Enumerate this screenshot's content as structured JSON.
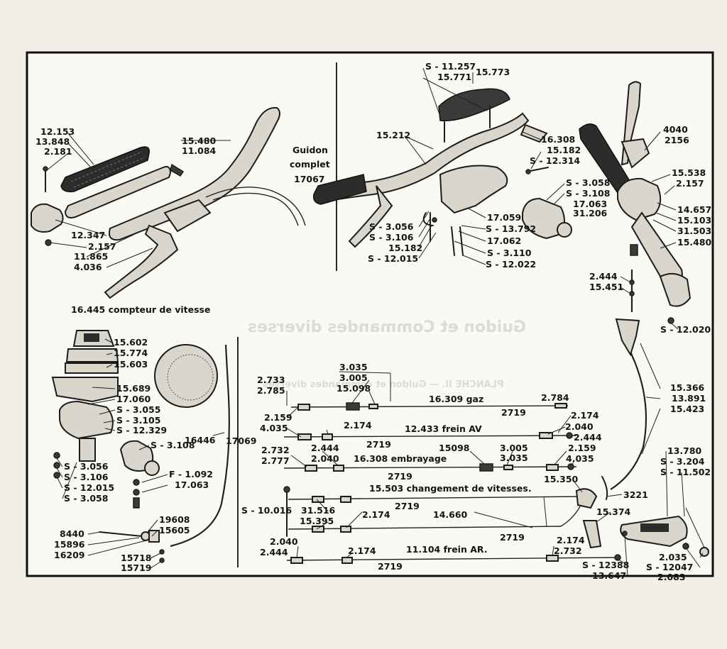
{
  "ghost": {
    "title": "Guidon et Commandes diverses",
    "caption_line1": "PLANCHE II. — Guidon et commandes diverses",
    "caption_line2": "Guidon complet"
  },
  "handlebar_label": {
    "line1": "Guidon",
    "line2": "complet",
    "line3": "17067"
  },
  "labels": {
    "grip_top": [
      "12.153",
      "13.848",
      "2.181"
    ],
    "bar_top": [
      "15.480",
      "11.084"
    ],
    "clamp_bottom": [
      "12.347",
      "2.157",
      "11.865",
      "4.036"
    ],
    "cover_top": [
      "S - 11.257",
      "15.771"
    ],
    "cover_right": "15.773",
    "bar_mid_left": "15.212",
    "bar_mid_right": [
      "16.308",
      "15.182",
      "S - 12.314"
    ],
    "mid_bottom_left": [
      "S - 3.056",
      "S - 3.106",
      "15.182",
      "S - 12.015"
    ],
    "mid_bottom_right": [
      "17.059",
      "S - 13.792",
      "17.062",
      "S - 3.110",
      "S - 12.022"
    ],
    "switch_group": [
      "S - 3.058",
      "S - 3.108",
      "17.063",
      "31.206"
    ],
    "lever_top": [
      "4040",
      "2156"
    ],
    "twist_right": [
      "15.538",
      "2.157"
    ],
    "twist_lower": [
      "14.657",
      "15.103",
      "31.503",
      "15.480"
    ],
    "cable_clip": [
      "2.444",
      "15.451"
    ],
    "screw_right": "S - 12.020",
    "speedo_title": "16.445 compteur de vitesse",
    "speedo_parts": [
      "15.602",
      "15.774",
      "15.603"
    ],
    "speedo_mount": [
      "15.689",
      "17.060",
      "S - 3.055",
      "S - 3.105",
      "S - 12.329"
    ],
    "speedo_small": "S - 3.108",
    "speedo_left": [
      "S - 3.056",
      "S - 3.106",
      "S - 12.015",
      "S - 3.058"
    ],
    "speedo_right": [
      "F - 1.092",
      "17.063"
    ],
    "speedo_cable": [
      "16446",
      "17069"
    ],
    "speedo_drive": [
      "19608",
      "15605"
    ],
    "speedo_drive_left": [
      "8440",
      "15896",
      "16209"
    ],
    "speedo_drive_bottom": [
      "15718",
      "15719"
    ],
    "gas_top": [
      "3.035",
      "3.005",
      "15.098"
    ],
    "gas_left": [
      "2.733",
      "2.785"
    ],
    "gas_name": "16.309 gaz",
    "gas_right": "2.784",
    "gas_bottom": "2719",
    "front_left": [
      "2.159",
      "4.035"
    ],
    "front_mid": "2.174",
    "front_name": "12.433 frein AV",
    "front_right": [
      "2.174",
      "2.040",
      "2.444"
    ],
    "front_bottom": "2719",
    "clutch_left": [
      "2.732",
      "2.777"
    ],
    "clutch_mid": [
      "2.444",
      "2.040"
    ],
    "clutch_top": [
      "15098",
      "3.005",
      "3.035"
    ],
    "clutch_name": "16.308 embrayage",
    "clutch_right": [
      "2.159",
      "4.035"
    ],
    "clutch_bottom": "2719",
    "gear_name": "15.503 changement de vitesses.",
    "gear_left": [
      "S - 10.016",
      "31.516",
      "15.395"
    ],
    "gear_mid": [
      "2719",
      "2.174",
      "14.660"
    ],
    "gear_bottom": "2719",
    "rear_left": [
      "2.040",
      "2.444"
    ],
    "rear_mid": "2.174",
    "rear_name": "11.104 frein AR.",
    "rear_right": [
      "2.174",
      "2.732"
    ],
    "rear_bottom": "2719",
    "throttle_cable": [
      "15.366",
      "13.891",
      "15.423"
    ],
    "carb": [
      "15.350",
      "3221"
    ],
    "pedal_right": [
      "13.780",
      "S - 3.204",
      "S - 11.502"
    ],
    "pedal_left": "15.374",
    "pedal_bottom": [
      "S - 12388",
      "13.647"
    ],
    "pedal_bottom_right": [
      "2.035",
      "S - 12047",
      "2.083"
    ]
  }
}
